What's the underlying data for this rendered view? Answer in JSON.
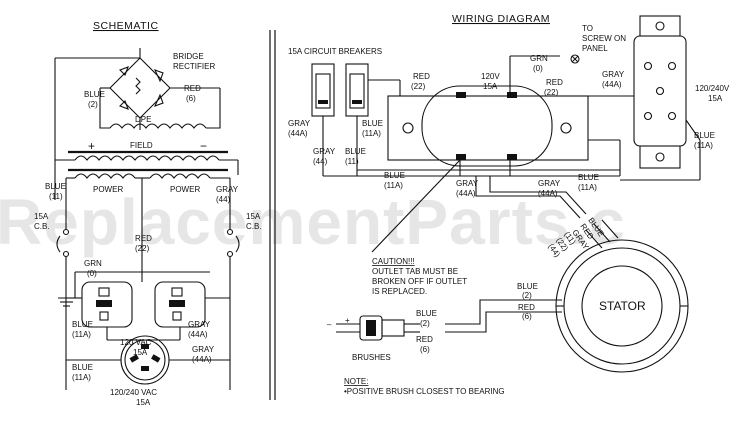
{
  "schematic": {
    "title": "SCHEMATIC",
    "bridge_label_1": "BRIDGE",
    "bridge_label_2": "RECTIFIER",
    "blue2_1": "BLUE",
    "blue2_2": "(2)",
    "red6_1": "RED",
    "red6_2": "(6)",
    "dpe": "DPE",
    "field": "FIELD",
    "plus": "+",
    "minus": "−",
    "blue11_1": "BLUE",
    "blue11_2": "(11)",
    "power_left": "POWER",
    "power_right": "POWER",
    "gray44_1": "GRAY",
    "gray44_2": "(44)",
    "cb_left_1": "15A",
    "cb_left_2": "C.B.",
    "cb_right_1": "15A",
    "cb_right_2": "C.B.",
    "red22_1": "RED",
    "red22_2": "(22)",
    "grn0_1": "GRN",
    "grn0_2": "(0)",
    "vac120_1": "120 VAC",
    "vac120_2": "15A",
    "blue11a_1": "BLUE",
    "blue11a_2": "(11A)",
    "gray44a_1": "GRAY",
    "gray44a_2": "(44A)",
    "blue11a_b1": "BLUE",
    "blue11a_b2": "(11A)",
    "gray44a_b1": "GRAY",
    "gray44a_b2": "(44A)",
    "vac240_1": "120/240 VAC",
    "vac240_2": "15A"
  },
  "wiring": {
    "title": "WIRING DIAGRAM",
    "cb_title": "15A CIRCUIT BREAKERS",
    "screw_1": "TO",
    "screw_2": "SCREW ON",
    "screw_3": "PANEL",
    "grn0_1": "GRN",
    "grn0_2": "(0)",
    "red22_1": "RED",
    "red22_2": "(22)",
    "outlet120_1": "120V",
    "outlet120_2": "15A",
    "red22b_1": "RED",
    "red22b_2": "(22)",
    "gray44a_1": "GRAY",
    "gray44a_2": "(44A)",
    "outlet240_1": "120/240V",
    "outlet240_2": "15A",
    "gray44a_l1": "GRAY",
    "gray44a_l2": "(44A)",
    "blue11a_l1": "BLUE",
    "blue11a_l2": "(11A)",
    "gray44_1": "GRAY",
    "gray44_2": "(44)",
    "blue11_1": "BLUE",
    "blue11_2": "(11)",
    "blue11a_m1": "BLUE",
    "blue11a_m2": "(11A)",
    "gray44a_m1": "GRAY",
    "gray44a_m2": "(44A)",
    "gray44a_r1": "GRAY",
    "gray44a_r2": "(44A)",
    "blue11a_r1": "BLUE",
    "blue11a_r2": "(11A)",
    "blue11a_f1": "BLUE",
    "blue11a_f2": "(11A)",
    "caution_1": "CAUTION!!!",
    "caution_2": "OUTLET TAB MUST BE",
    "caution_3": "BROKEN OFF IF OUTLET",
    "caution_4": "IS REPLACED.",
    "stator": "STATOR",
    "blue2_1": "BLUE",
    "blue2_2": "(2)",
    "red6_1": "RED",
    "red6_2": "(6)",
    "blue2b_1": "BLUE",
    "blue2b_2": "(2)",
    "red6b_1": "RED",
    "red6b_2": "(6)",
    "brushes": "BRUSHES",
    "note_title": "NOTE:",
    "note_text": "•POSITIVE BRUSH CLOSEST TO BEARING",
    "stator_leads": [
      "GRAY",
      "RED",
      "BLUE",
      "(44)",
      "(22)",
      "(11)"
    ]
  },
  "watermark": "ReplacementParts.c"
}
